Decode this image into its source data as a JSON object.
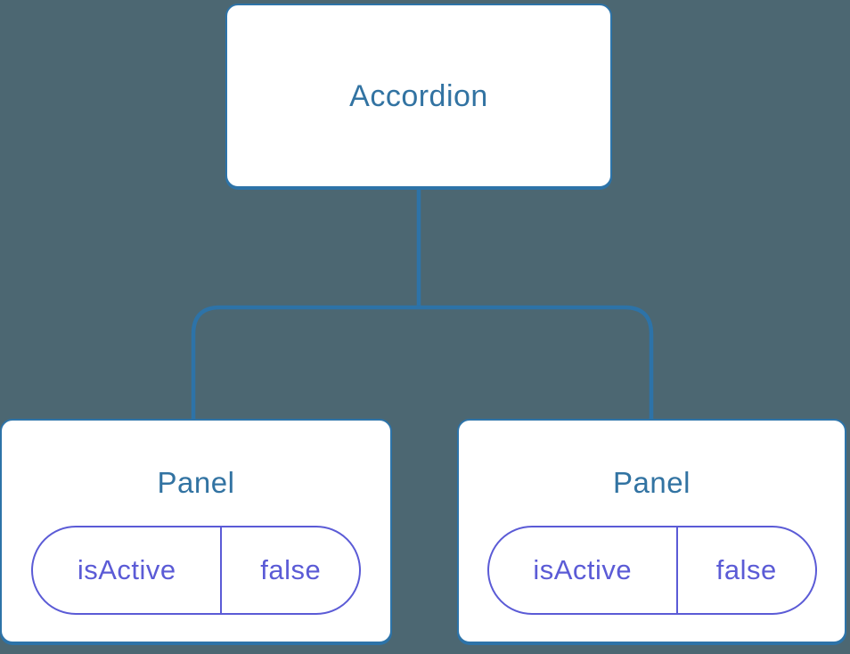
{
  "diagram": {
    "title": "component-state-tree",
    "root": {
      "label": "Accordion"
    },
    "panels": [
      {
        "label": "Panel",
        "state": {
          "name": "isActive",
          "value": "false"
        }
      },
      {
        "label": "Panel",
        "state": {
          "name": "isActive",
          "value": "false"
        }
      }
    ]
  },
  "colors": {
    "background": "#4C6772",
    "node_background": "#FFFFFF",
    "node_border": "#2D73A8",
    "node_label": "#3273A2",
    "connector": "#2D73A8",
    "state_pill": "#5B5BD6"
  }
}
